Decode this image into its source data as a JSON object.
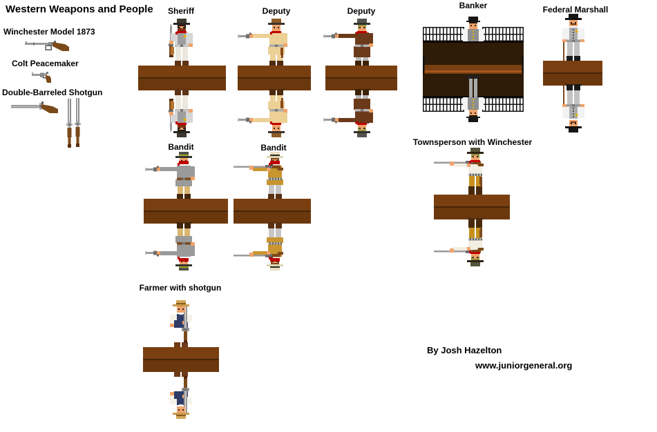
{
  "page": {
    "title": "Western Weapons and People",
    "credit_by": "By Josh Hazelton",
    "credit_site": "www.juniorgeneral.org"
  },
  "colors": {
    "background": "#FFFFFF",
    "text": "#000000",
    "base_top": "#7A3F10",
    "base_bottom": "#6B380D",
    "base_line": "#46260A",
    "gun_metal": "#9A9A9A",
    "gun_metal_dark": "#6E6E6E",
    "wood": "#7B4A1A",
    "skin": "#F0A36B",
    "bandana_red": "#C00000"
  },
  "weapons": [
    {
      "id": "winchester",
      "label": "Winchester Model 1873",
      "icon": "winchester-rifle-icon"
    },
    {
      "id": "colt",
      "label": "Colt Peacemaker",
      "icon": "colt-revolver-icon"
    },
    {
      "id": "shotgun",
      "label": "Double-Barreled Shotgun",
      "icon": "double-barreled-shotgun-icon"
    }
  ],
  "figures": [
    {
      "id": "sheriff",
      "label": "Sheriff",
      "pose": "hold-vertical-rifle",
      "palette": {
        "hat": "#3D3830",
        "brim": "#2B2722",
        "hair": "#26180C",
        "beard": "#7E3012",
        "bandana": "#C00000",
        "shirt": "#D6D6D6",
        "vest": "#9E9E9E",
        "star": "#E2B400",
        "belt": "#C6C6C6",
        "pants": "#EAE8DE",
        "boots": "#5E3214",
        "holster": "#B5722F",
        "holster_side": "left"
      }
    },
    {
      "id": "deputy1",
      "label": "Deputy",
      "pose": "point-revolver",
      "palette": {
        "hat": "#8F5B26",
        "brim": "#3A332B",
        "bandana": "#C00000",
        "shirt": "#EDD096",
        "coat_len": 12,
        "belt": "#ABABAB",
        "pants": "#EDD096",
        "boots": "#4F2A0E",
        "holster": "#8A4A1A"
      }
    },
    {
      "id": "deputy2",
      "label": "Deputy",
      "pose": "point-revolver",
      "palette": {
        "hat": "#55534D",
        "brim": "#34322D",
        "hair": "#9A9A40",
        "bandana": "#C00000",
        "shirt": "#6B3A1B",
        "coat_len": 16,
        "belt": "#B5B5B5",
        "pants": "#B8B8B8",
        "boots": "#3E2208"
      }
    },
    {
      "id": "banker",
      "label": "Banker",
      "pose": "behind-counter",
      "palette": {
        "hat": "#161616",
        "hair": "#26180C",
        "shirt": "#F5F5F5",
        "vest": "#8F8F8F",
        "buttons": "#D8B018",
        "pants": "#A9A9A9",
        "shoes": "#222222",
        "grill": "#FFFFFF",
        "grill_bar": "#111111",
        "counter": "#2E1B08",
        "band": "#7A3F10",
        "band_light": "#A4571B"
      }
    },
    {
      "id": "marshall",
      "label": "Federal Marshall",
      "pose": "arms-down",
      "palette": {
        "hat": "#161616",
        "brim": "#111111",
        "mustache": "#6B3A1A",
        "shirt": "#F2F2F2",
        "vest": "#ACACAC",
        "star": "#D8B018",
        "buttons": "#555555",
        "belt": "#9A9A9A",
        "pants": "#C2C2C2",
        "boots": "#1A1A1A",
        "whip": "#7B4A1E"
      }
    },
    {
      "id": "bandit1",
      "label": "Bandit",
      "pose": "point-revolver",
      "palette": {
        "hat": "#50504A",
        "brim": "#333330",
        "band": "#A8A82A",
        "mask": "#C00000",
        "shirt": "#9A9A9A",
        "coat_len": 10,
        "belt": "#7B4A1E",
        "pants": "#D9B670",
        "boots": "#40260D"
      }
    },
    {
      "id": "bandit2",
      "label": "Bandit",
      "pose": "aim-rifle",
      "palette": {
        "hat": "#E8E0C2",
        "brim": "#DED6B6",
        "band": "#2A2A1A",
        "hair": "#7B4A1A",
        "mask": "#C00000",
        "shirt": "#C8952F",
        "coat_len": 8,
        "belt": "#BBBBBB",
        "belt_check": true,
        "pants": "#C6C6C6",
        "boots": "#5A3012"
      }
    },
    {
      "id": "townsperson",
      "label": "Townsperson with Winchester",
      "pose": "aim-rifle",
      "palette": {
        "hat": "#55553A",
        "brim": "#2F2318",
        "hair": "#8F8F3A",
        "bandana": "#C00000",
        "shirt": "#F2EFE2",
        "belt": "#BBBBBB",
        "belt_check": true,
        "holster": "#7B4A1E",
        "pants": "#C8901E",
        "boots": "#4A2A0E",
        "tall_boots": true
      }
    },
    {
      "id": "farmer",
      "label": "Farmer with shotgun",
      "pose": "hold-vertical-shotgun",
      "palette": {
        "hat": "#D2A85A",
        "brim": "#C89A4A",
        "band": "#8A5A20",
        "shirt": "#F5F2EA",
        "overalls": "#2E3C66",
        "boots": "#6E3A17"
      }
    }
  ]
}
